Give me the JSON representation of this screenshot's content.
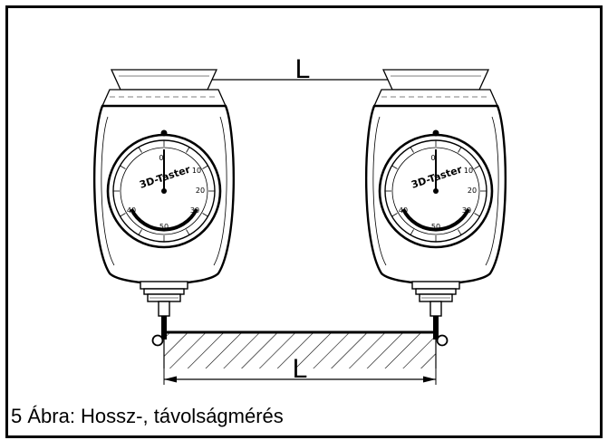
{
  "figure": {
    "caption": "5 Ábra: Hossz-, távolságmérés",
    "dimension_top": "L",
    "dimension_bottom": "L"
  },
  "gauge": {
    "brand": "3D-Taster",
    "scale_numbers": [
      "0",
      "10",
      "20",
      "30",
      "40",
      "50"
    ]
  }
}
